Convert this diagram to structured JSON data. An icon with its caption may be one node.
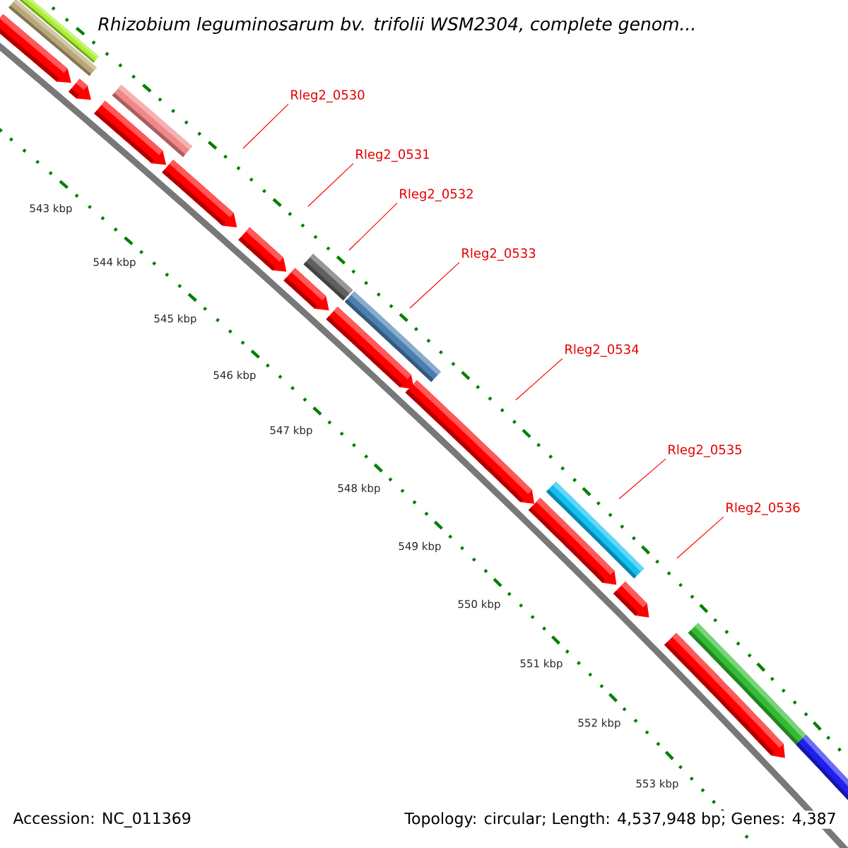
{
  "diagram": {
    "title": "*Rhizobium leguminosarum* bv. *trifolii* WSM2304, complete genom...",
    "nodes": [
      {
        "text": [
          "Rleg2_0530"
        ]
      },
      {
        "text": [
          "Rleg2_0531"
        ]
      },
      {
        "text": [
          "Rleg2_0532"
        ]
      },
      {
        "text": [
          "Rleg2_0533"
        ]
      },
      {
        "text": [
          "Rleg2_0534"
        ]
      },
      {
        "text": [
          "Rleg2_0535"
        ]
      },
      {
        "text": [
          "Rleg2_0536"
        ]
      },
      {
        "text": [],
        "shape": "bar"
      },
      {
        "text": [],
        "shape": "bar"
      }
    ],
    "edges": [
      {
        "from": 0,
        "to": null,
        "arrow": "none"
      },
      {
        "from": 1,
        "to": null,
        "arrow": "none"
      },
      {
        "from": 2,
        "to": 7,
        "arrow": "none"
      },
      {
        "from": 3,
        "to": 8,
        "arrow": "none"
      },
      {
        "from": 4,
        "to": null,
        "arrow": "none"
      },
      {
        "from": 5,
        "to": null,
        "arrow": "none"
      },
      {
        "from": 6,
        "to": null,
        "arrow": "none"
      }
    ],
    "labels": [
      "543 kbp",
      "544 kbp",
      "545 kbp",
      "546 kbp",
      "547 kbp",
      "548 kbp",
      "549 kbp",
      "550 kbp",
      "551 kbp",
      "552 kbp",
      "553 kbp",
      "Accession: NC_011369",
      "Topology: circular; Length: 4,537,948 bp; Genes: 4,387"
    ]
  }
}
